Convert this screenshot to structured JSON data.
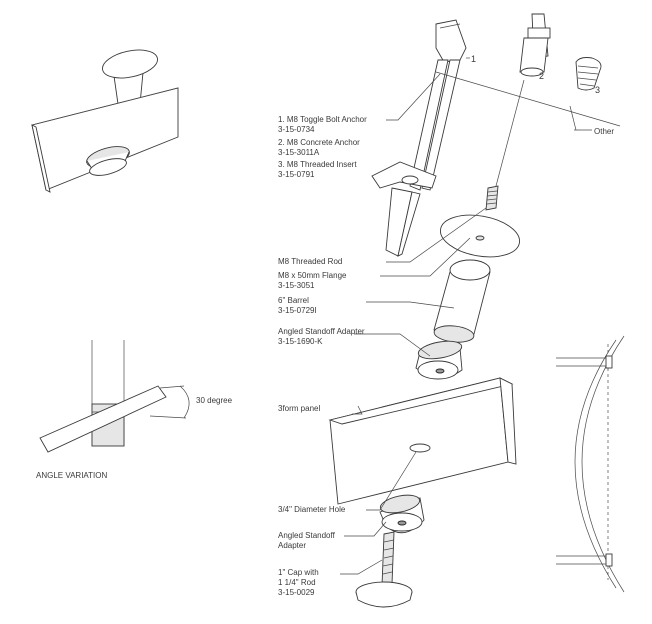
{
  "numbers": {
    "n1": "1",
    "n2": "2",
    "n3": "3"
  },
  "callouts": {
    "other": "Other",
    "anchor1_name": "1. M8 Toggle Bolt Anchor",
    "anchor1_code": "3-15-0734",
    "anchor2_name": "2. M8 Concrete Anchor",
    "anchor2_code": "3-15-3011A",
    "anchor3_name": "3. M8 Threaded Insert",
    "anchor3_code": "3-15-0791",
    "rod": "M8 Threaded Rod",
    "flange_name": "M8 x 50mm Flange",
    "flange_code": "3-15-3051",
    "barrel_name": "6\" Barrel",
    "barrel_code": "3-15-0729I",
    "adapter_name": "Angled Standoff Adapter",
    "adapter_code": "3-15-1690-K",
    "panel": "3form panel",
    "hole": "3/4\" Diameter Hole",
    "adapter2_line1": "Angled Standoff",
    "adapter2_line2": "Adapter",
    "cap_line1": "1\"  Cap with",
    "cap_line2": "1 1/4\" Rod",
    "cap_code": "3-15-0029"
  },
  "angle_detail": {
    "angle_label": "30 degree",
    "caption": "ANGLE VARIATION"
  }
}
